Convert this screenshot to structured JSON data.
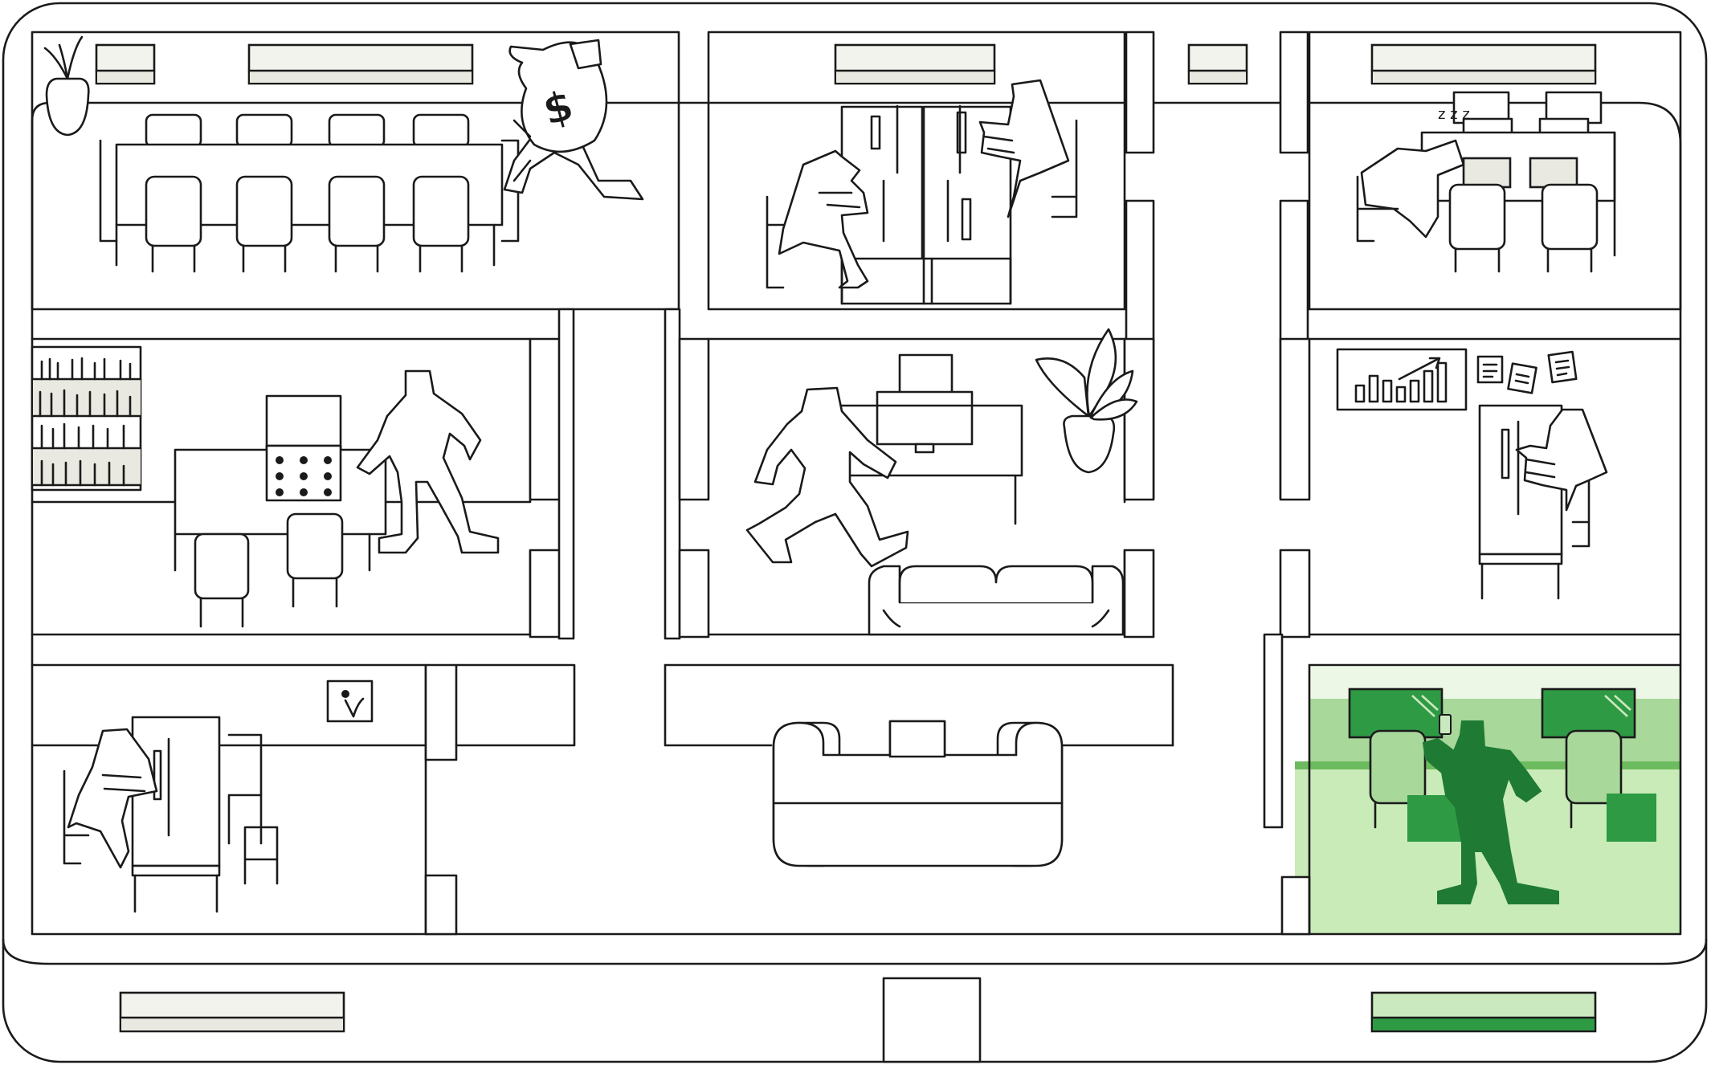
{
  "scene": {
    "kind": "office floor plan illustration",
    "accent_color": "#2e9a44",
    "accent_dark": "#1f7a34",
    "accent_light": "#cbe9bf",
    "line_color": "#1a1a1a",
    "background_color": "#ffffff",
    "highlighted_room": "bottom-right-workstation-room"
  },
  "icons": {
    "money_bag_symbol": "$",
    "sleep_symbol": "z z z"
  }
}
